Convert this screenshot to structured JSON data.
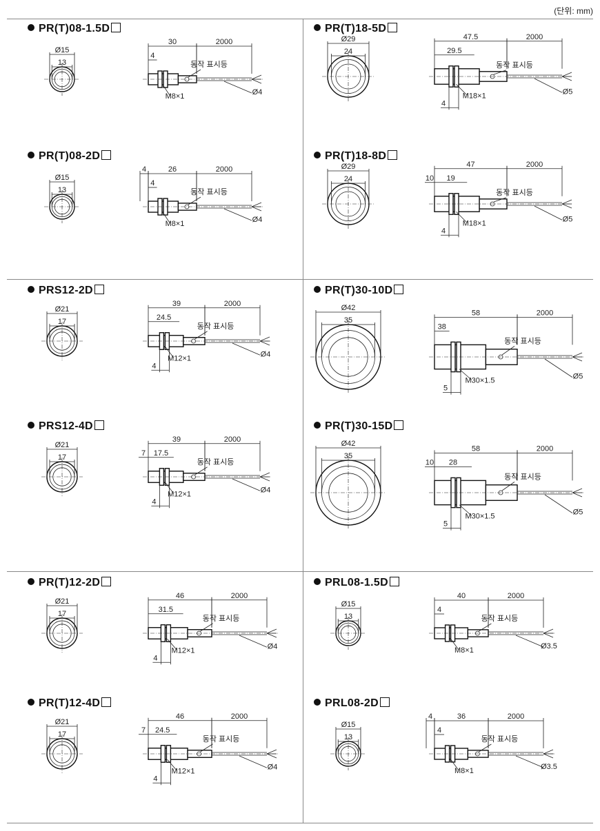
{
  "unit_label": "(단위: mm)",
  "panels": [
    {
      "title": "PR(T)08-1.5D",
      "d_outer": "Ø15",
      "d_inner": "13",
      "dims_top": [
        "30",
        "2000"
      ],
      "dims_mid": [
        "4"
      ],
      "thread": "M8×1",
      "cable": "Ø4",
      "indicator": "동작 표시등",
      "left_dim": ""
    },
    {
      "title": "PR(T)08-2D",
      "d_outer": "Ø15",
      "d_inner": "13",
      "dims_top": [
        "4",
        "26",
        "2000"
      ],
      "dims_mid": [
        "4"
      ],
      "thread": "M8×1",
      "cable": "Ø4",
      "indicator": "동작 표시등",
      "left_dim": ""
    },
    {
      "title": "PR(T)18-5D",
      "d_outer": "Ø29",
      "d_inner": "24",
      "dims_top": [
        "47.5",
        "2000"
      ],
      "dims_mid": [
        "29.5"
      ],
      "thread": "M18×1",
      "cable": "Ø5",
      "indicator": "동작 표시등",
      "left_dim": "4"
    },
    {
      "title": "PR(T)18-8D",
      "d_outer": "Ø29",
      "d_inner": "24",
      "dims_top": [
        "47",
        "2000"
      ],
      "dims_mid": [
        "10",
        "19"
      ],
      "thread": "M18×1",
      "cable": "Ø5",
      "indicator": "동작 표시등",
      "left_dim": "4"
    },
    {
      "title": "PRS12-2D",
      "d_outer": "Ø21",
      "d_inner": "17",
      "dims_top": [
        "39",
        "2000"
      ],
      "dims_mid": [
        "24.5"
      ],
      "thread": "M12×1",
      "cable": "Ø4",
      "indicator": "동작 표시등",
      "left_dim": "4"
    },
    {
      "title": "PRS12-4D",
      "d_outer": "Ø21",
      "d_inner": "17",
      "dims_top": [
        "39",
        "2000"
      ],
      "dims_mid": [
        "7",
        "17.5"
      ],
      "thread": "M12×1",
      "cable": "Ø4",
      "indicator": "동작 표시등",
      "left_dim": "4"
    },
    {
      "title": "PR(T)30-10D",
      "d_outer": "Ø42",
      "d_inner": "35",
      "dims_top": [
        "58",
        "2000"
      ],
      "dims_mid": [
        "38"
      ],
      "thread": "M30×1.5",
      "cable": "Ø5",
      "indicator": "동작 표시등",
      "left_dim": "5"
    },
    {
      "title": "PR(T)30-15D",
      "d_outer": "Ø42",
      "d_inner": "35",
      "dims_top": [
        "58",
        "2000"
      ],
      "dims_mid": [
        "10",
        "28"
      ],
      "thread": "M30×1.5",
      "cable": "Ø5",
      "indicator": "동작 표시등",
      "left_dim": "5"
    },
    {
      "title": "PR(T)12-2D",
      "d_outer": "Ø21",
      "d_inner": "17",
      "dims_top": [
        "46",
        "2000"
      ],
      "dims_mid": [
        "31.5"
      ],
      "thread": "M12×1",
      "cable": "Ø4",
      "indicator": "동작 표시등",
      "left_dim": "4"
    },
    {
      "title": "PR(T)12-4D",
      "d_outer": "Ø21",
      "d_inner": "17",
      "dims_top": [
        "46",
        "2000"
      ],
      "dims_mid": [
        "7",
        "24.5"
      ],
      "thread": "M12×1",
      "cable": "Ø4",
      "indicator": "동작 표시등",
      "left_dim": "4"
    },
    {
      "title": "PRL08-1.5D",
      "d_outer": "Ø15",
      "d_inner": "13",
      "dims_top": [
        "40",
        "2000"
      ],
      "dims_mid": [
        "4"
      ],
      "thread": "M8×1",
      "cable": "Ø3.5",
      "indicator": "동작 표시등",
      "left_dim": ""
    },
    {
      "title": "PRL08-2D",
      "d_outer": "Ø15",
      "d_inner": "13",
      "dims_top": [
        "4",
        "36",
        "2000"
      ],
      "dims_mid": [
        "4"
      ],
      "thread": "M8×1",
      "cable": "Ø3.5",
      "indicator": "동작 표시등",
      "left_dim": ""
    }
  ]
}
